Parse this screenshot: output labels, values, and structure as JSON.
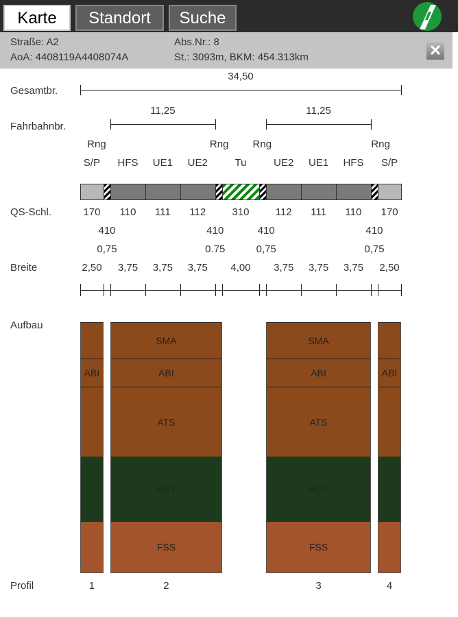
{
  "tabs": [
    {
      "label": "Karte",
      "active": true
    },
    {
      "label": "Standort",
      "active": false
    },
    {
      "label": "Suche",
      "active": false
    }
  ],
  "info": {
    "strasse": "Straße: A2",
    "abs_nr": "Abs.Nr.: 8",
    "aoa": "AoA: 4408119A4408074A",
    "station": "St.: 3093m, BKM: 454.313km",
    "close_icon": "close-icon"
  },
  "labels": {
    "gesamtbr": "Gesamtbr.",
    "fahrbahnbr": "Fahrbahnbr.",
    "qs": "QS-Schl.",
    "breite": "Breite",
    "aufbau": "Aufbau",
    "profil": "Profil"
  },
  "gesamt": "34,50",
  "fahrbahn": [
    "11,25",
    "11,25"
  ],
  "segments": [
    {
      "name": "S/P",
      "rng": false,
      "width": 2.5,
      "width_label": "2,50",
      "qs": "170",
      "type": "shoulder"
    },
    {
      "name": "",
      "rng": true,
      "width": 0.75,
      "width_label": "0,75",
      "qs": "410",
      "type": "rng"
    },
    {
      "name": "HFS",
      "rng": false,
      "width": 3.75,
      "width_label": "3,75",
      "qs": "110",
      "type": "lane"
    },
    {
      "name": "UE1",
      "rng": false,
      "width": 3.75,
      "width_label": "3,75",
      "qs": "111",
      "type": "lane"
    },
    {
      "name": "UE2",
      "rng": false,
      "width": 3.75,
      "width_label": "3,75",
      "qs": "112",
      "type": "lane"
    },
    {
      "name": "",
      "rng": true,
      "width": 0.75,
      "width_label": "0.75",
      "qs": "410",
      "type": "rng"
    },
    {
      "name": "Tu",
      "rng": false,
      "width": 4.0,
      "width_label": "4,00",
      "qs": "310",
      "type": "median"
    },
    {
      "name": "",
      "rng": true,
      "width": 0.75,
      "width_label": "0,75",
      "qs": "410",
      "type": "rng"
    },
    {
      "name": "UE2",
      "rng": false,
      "width": 3.75,
      "width_label": "3,75",
      "qs": "112",
      "type": "lane"
    },
    {
      "name": "UE1",
      "rng": false,
      "width": 3.75,
      "width_label": "3,75",
      "qs": "111",
      "type": "lane"
    },
    {
      "name": "HFS",
      "rng": false,
      "width": 3.75,
      "width_label": "3,75",
      "qs": "110",
      "type": "lane"
    },
    {
      "name": "",
      "rng": true,
      "width": 0.75,
      "width_label": "0,75",
      "qs": "410",
      "type": "rng"
    },
    {
      "name": "S/P",
      "rng": false,
      "width": 2.5,
      "width_label": "2,50",
      "qs": "170",
      "type": "shoulder"
    }
  ],
  "rng_label": "Rng",
  "profiles": [
    {
      "label": "1",
      "from_segment": 0,
      "to_segment": 0,
      "layers": [
        {
          "name": "",
          "color": "#8c4a1c"
        },
        {
          "name": "ABI",
          "color": "#8c4a1c"
        },
        {
          "name": "",
          "color": "#8c4a1c"
        },
        {
          "name": "",
          "color": "#1d3a1d"
        },
        {
          "name": "",
          "color": "#a3542c"
        }
      ]
    },
    {
      "label": "2",
      "from_segment": 2,
      "to_segment": 5,
      "layers": [
        {
          "name": "SMA",
          "color": "#8c4a1c"
        },
        {
          "name": "ABI",
          "color": "#8c4a1c"
        },
        {
          "name": "ATS",
          "color": "#8c4a1c"
        },
        {
          "name": "HGT",
          "color": "#1d3a1d"
        },
        {
          "name": "FSS",
          "color": "#a3542c"
        }
      ]
    },
    {
      "label": "3",
      "from_segment": 8,
      "to_segment": 10,
      "layers": [
        {
          "name": "SMA",
          "color": "#8c4a1c"
        },
        {
          "name": "ABI",
          "color": "#8c4a1c"
        },
        {
          "name": "ATS",
          "color": "#8c4a1c"
        },
        {
          "name": "HGT",
          "color": "#1d3a1d"
        },
        {
          "name": "FSS",
          "color": "#a3542c"
        }
      ]
    },
    {
      "label": "4",
      "from_segment": 12,
      "to_segment": 12,
      "layers": [
        {
          "name": "",
          "color": "#8c4a1c"
        },
        {
          "name": "ABI",
          "color": "#8c4a1c"
        },
        {
          "name": "",
          "color": "#8c4a1c"
        },
        {
          "name": "",
          "color": "#1d3a1d"
        },
        {
          "name": "",
          "color": "#a3542c"
        }
      ]
    }
  ]
}
